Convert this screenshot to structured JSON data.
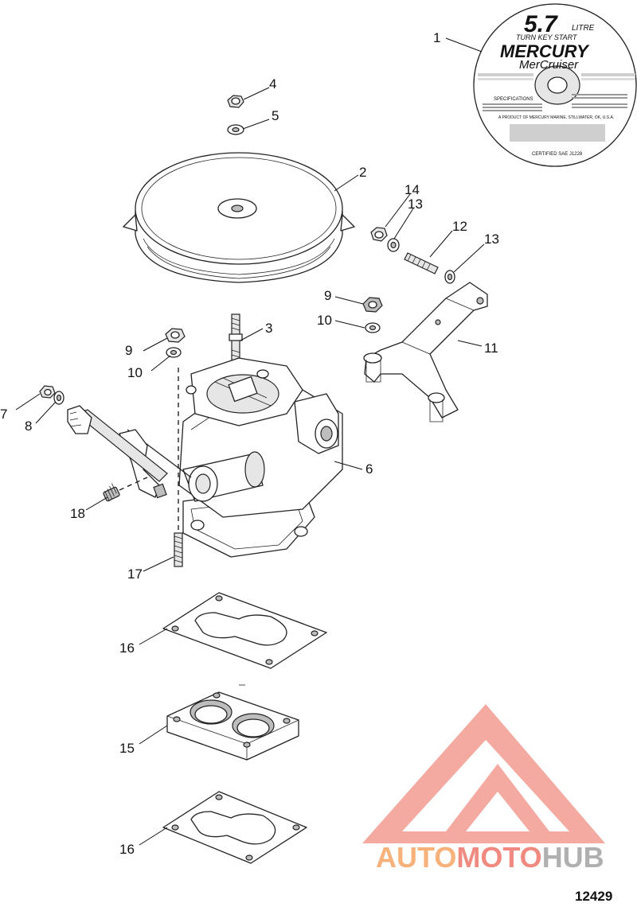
{
  "figure_number": "12429",
  "decal": {
    "displacement": "5.7",
    "unit": "LITRE",
    "tagline": "TURN KEY START",
    "brand": "MERCURY",
    "product": "MerCruiser",
    "spec_heading": "SPECIFICATIONS",
    "certified": "CERTIFIED SAE J1228",
    "maker_line": "A PRODUCT OF MERCURY MARINE, STILLWATER, OK, U.S.A."
  },
  "callouts": [
    {
      "id": "c1",
      "label": "1"
    },
    {
      "id": "c2",
      "label": "2"
    },
    {
      "id": "c3",
      "label": "3"
    },
    {
      "id": "c4",
      "label": "4"
    },
    {
      "id": "c5",
      "label": "5"
    },
    {
      "id": "c6",
      "label": "6"
    },
    {
      "id": "c7",
      "label": "7"
    },
    {
      "id": "c8",
      "label": "8"
    },
    {
      "id": "c9a",
      "label": "9"
    },
    {
      "id": "c9b",
      "label": "9"
    },
    {
      "id": "c10a",
      "label": "10"
    },
    {
      "id": "c10b",
      "label": "10"
    },
    {
      "id": "c11",
      "label": "11"
    },
    {
      "id": "c12",
      "label": "12"
    },
    {
      "id": "c13a",
      "label": "13"
    },
    {
      "id": "c13b",
      "label": "13"
    },
    {
      "id": "c14",
      "label": "14"
    },
    {
      "id": "c15",
      "label": "15"
    },
    {
      "id": "c16a",
      "label": "16"
    },
    {
      "id": "c16b",
      "label": "16"
    },
    {
      "id": "c17",
      "label": "17"
    },
    {
      "id": "c18",
      "label": "18"
    }
  ],
  "watermark": {
    "part1": "AUTO",
    "part2": "MOTO",
    "part3": "HUB",
    "color_primary": "#f08a80",
    "color_secondary": "#f6b27a",
    "color_hub": "#b0b0b0"
  }
}
